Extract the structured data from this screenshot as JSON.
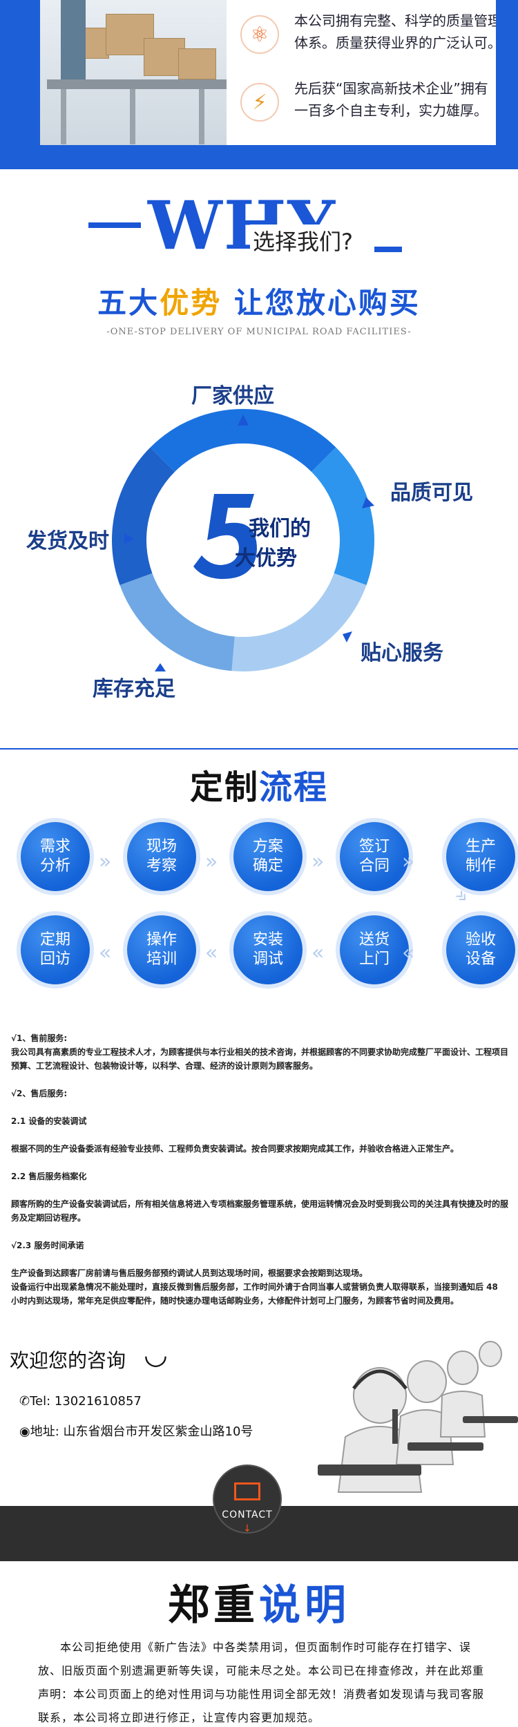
{
  "top": {
    "features": [
      {
        "icon": "atom-icon",
        "text": "本公司拥有完整、科学的质量管理体系。质量获得业界的广泛认可。"
      },
      {
        "icon": "patent-icon",
        "text": "先后获“国家高新技术企业”拥有一百多个自主专利，实力雄厚。"
      }
    ]
  },
  "why": {
    "big": "WHY",
    "sub": "选择我们?",
    "title_a": "五大",
    "title_hl": "优势",
    "title_b": " 让您放心购买",
    "en": "-ONE-STOP DELIVERY OF MUNICIPAL ROAD FACILITIES-"
  },
  "advantages": {
    "center_num": "5",
    "center_a": "我们的",
    "center_b": "大优势",
    "items": [
      "厂家供应",
      "品质可见",
      "贴心服务",
      "库存充足",
      "发货及时"
    ],
    "colors": [
      "#1a72e0",
      "#2d95ee",
      "#a9cdf2",
      "#6fa8e4",
      "#1e61c9"
    ]
  },
  "process": {
    "title_a": "定制",
    "title_hl": "流程",
    "row1": [
      [
        "需求",
        "分析"
      ],
      [
        "现场",
        "考察"
      ],
      [
        "方案",
        "确定"
      ],
      [
        "签订",
        "合同"
      ],
      [
        "生产",
        "制作"
      ]
    ],
    "row2": [
      [
        "定期",
        "回访"
      ],
      [
        "操作",
        "培训"
      ],
      [
        "安装",
        "调试"
      ],
      [
        "送货",
        "上门"
      ],
      [
        "验收",
        "设备"
      ]
    ]
  },
  "service": {
    "lines": [
      "√1、售前服务:",
      "我公司具有高素质的专业工程技术人才，为顾客提供与本行业相关的技术咨询，并根据顾客的不同要求协助完成整厂平面设计、工程项目预算、工艺流程设计、包装物设计等，以科学、合理、经济的设计原则为顾客服务。",
      "",
      "√2、售后服务:",
      "",
      "2.1 设备的安装调试",
      "",
      "根据不同的生产设备委派有经验专业技师、工程师负责安装调试。按合同要求按期完成其工作，并验收合格进入正常生产。",
      "",
      "2.2 售后服务档案化",
      "",
      "顾客所购的生产设备安装调试后，所有相关信息将进入专项档案服务管理系统，使用运转情况会及时受到我公司的关注具有快捷及时的服务及定期回访程序。",
      "",
      "√2.3 服务时间承诺",
      "",
      "生产设备到达顾客厂房前请与售后服务部预约调试人员到达现场时间，根据要求会按期到达现场。",
      "设备运行中出现紧急情况不能处理时，直接反微到售后服务部，工作时间外请于合同当事人或营销负责人取得联系，当接到通知后 48 小时内到达现场，常年充足供应零配件，随时快速办理电话邮购业务，大修配件计划可上门服务，为顾客节省时间及费用。"
    ]
  },
  "contact": {
    "welcome": "欢迎您的咨询",
    "tel_label": "Tel: ",
    "tel": "13021610857",
    "addr_label": "地址: ",
    "addr": "山东省烟台市开发区紫金山路10号",
    "badge": "CONTACT",
    "arrow": "↓"
  },
  "statement": {
    "title_a": "郑重",
    "title_hl": "说明",
    "text": "本公司拒绝使用《新广告法》中各类禁用词，但页面制作时可能存在打错字、误放、旧版页面个别遗漏更新等失误，可能未尽之处。本公司已在排查修改，并在此郑重声明：本公司页面上的绝对性用词与功能性用词全部无效！消费者如发现请与我司客服联系，本公司将立即进行修正，让宣传内容更加规范。"
  }
}
